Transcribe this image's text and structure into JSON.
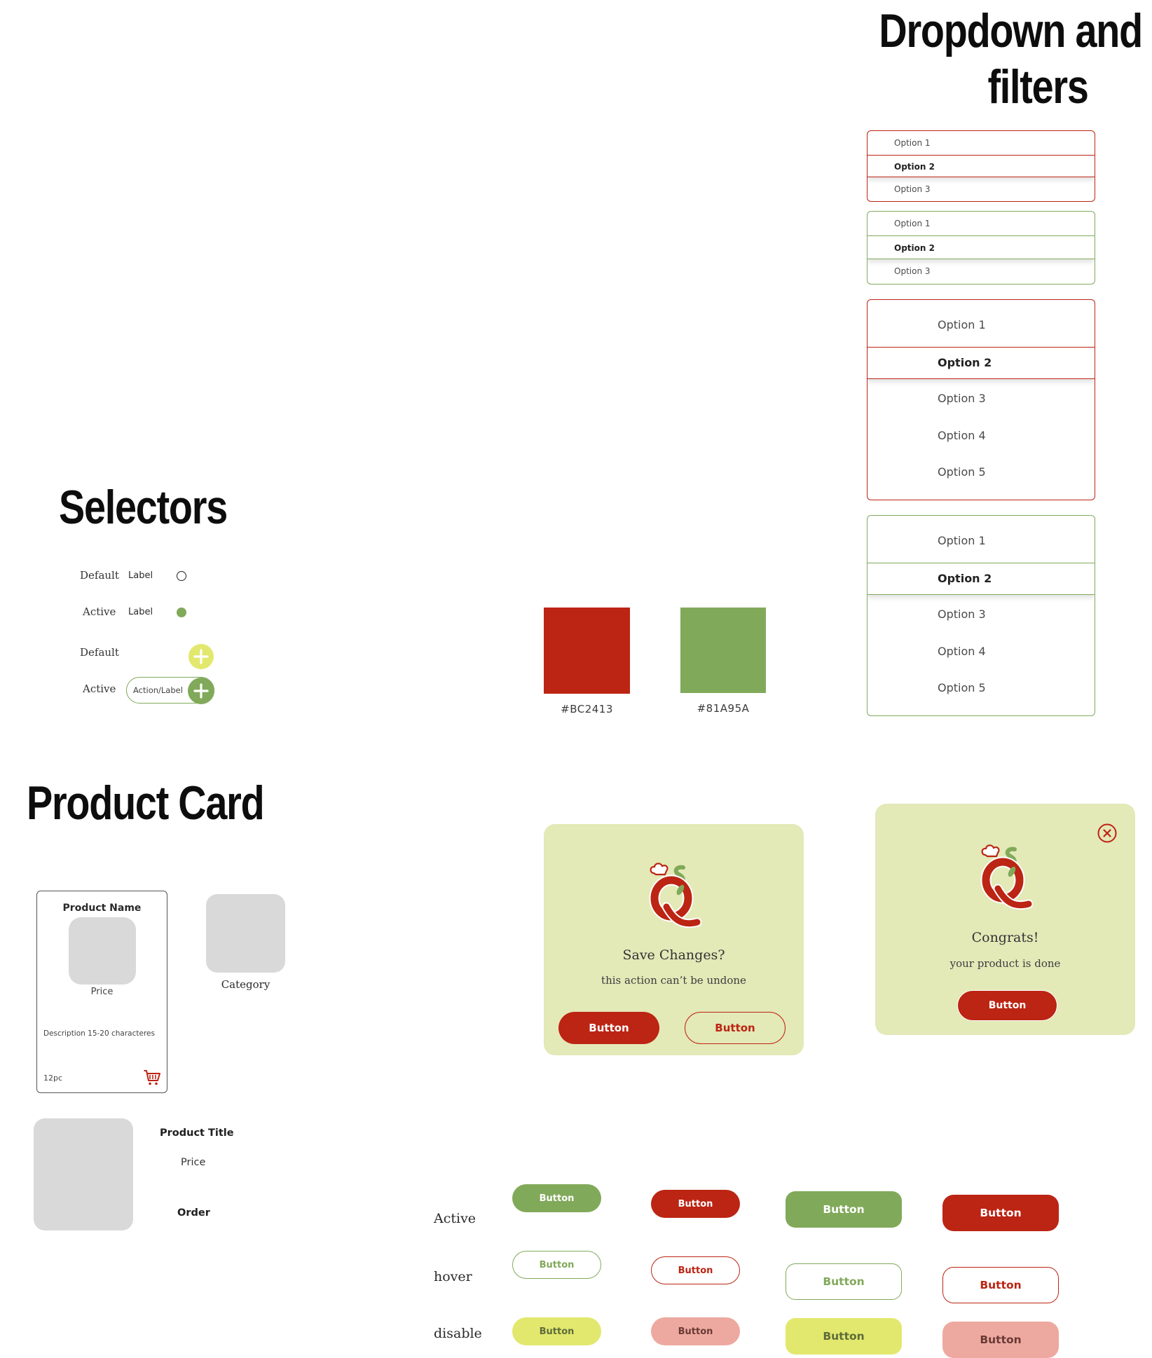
{
  "headings": {
    "dropdown": [
      "Dropdown and",
      "filters"
    ],
    "selectors": "Selectors",
    "product_card": "Product Card"
  },
  "dropdowns": {
    "small_red": [
      "Option 1",
      "Option 2",
      "Option 3"
    ],
    "small_green": [
      "Option 1",
      "Option 2",
      "Option 3"
    ],
    "big_red": [
      "Option 1",
      "Option 2",
      "Option 3",
      "Option 4",
      "Option 5"
    ],
    "big_green": [
      "Option 1",
      "Option 2",
      "Option 3",
      "Option 4",
      "Option 5"
    ],
    "selected_option": "Option 2"
  },
  "selectors": {
    "rows": [
      {
        "state": "Default",
        "label": "Label",
        "checked": false
      },
      {
        "state": "Active",
        "label": "Label",
        "checked": true
      }
    ],
    "add_default_state": "Default",
    "add_active_state": "Active",
    "add_active_label": "Action/Label"
  },
  "colors": {
    "red": "#BC2413",
    "green": "#81A95A",
    "light_yellow": "#E3E9B7",
    "yellow_disabled": "#E2E86D",
    "pink_disabled": "#EDA9A0",
    "placeholder_gray": "#D9D9D9"
  },
  "swatches": [
    {
      "hex": "#BC2413"
    },
    {
      "hex": "#81A95A"
    }
  ],
  "modals": {
    "save": {
      "title": "Save Changes?",
      "subtitle": "this action can’t be undone",
      "primary_button": "Button",
      "secondary_button": "Button",
      "logo_icon": "q-chef-logo-icon"
    },
    "congrats": {
      "title": "Congrats!",
      "subtitle": "your product is done",
      "button": "Button",
      "close_icon": "close-circle-icon",
      "logo_icon": "q-chef-logo-icon"
    }
  },
  "product_card": {
    "name": "Product Name",
    "price": "Price",
    "description": "Description 15-20 characteres",
    "quantity": "12pc",
    "cart_icon": "cart-icon"
  },
  "category": {
    "label": "Category"
  },
  "product_row": {
    "title": "Product Title",
    "price": "Price",
    "order": "Order"
  },
  "button_states": {
    "labels": [
      "Active",
      "hover",
      "disable"
    ],
    "button_label": "Button"
  }
}
